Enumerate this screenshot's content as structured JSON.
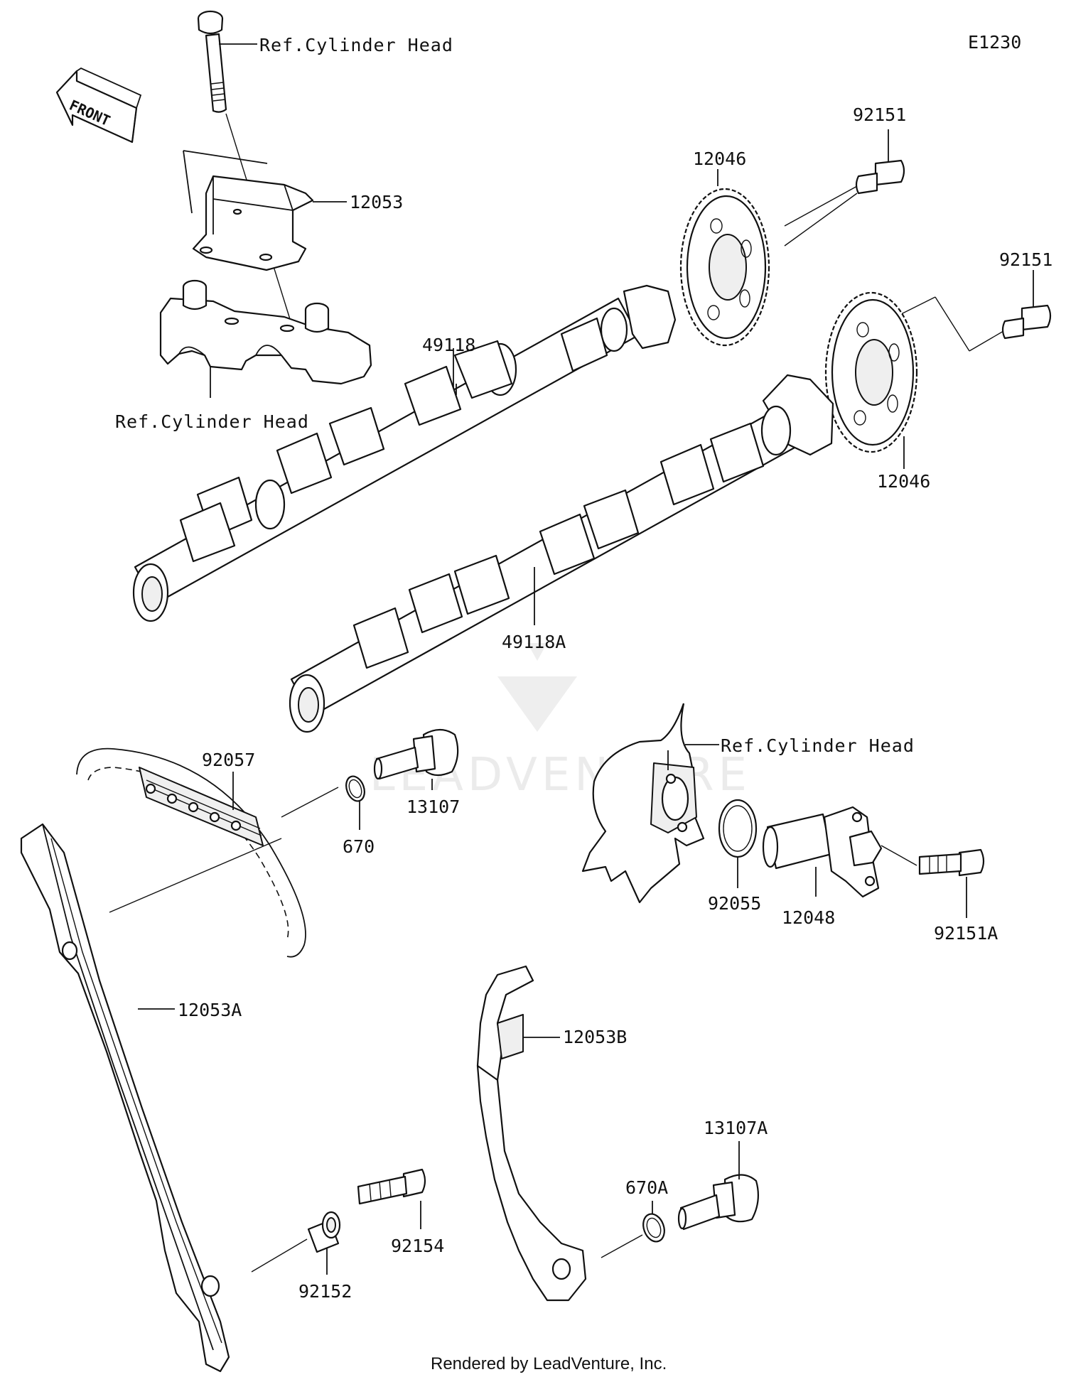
{
  "diagram_code": "E1230",
  "front_arrow_label": "FRONT",
  "watermark_text": "LEADVENTURE",
  "reference_label": "Ref.Cylinder Head",
  "footer_text": "Rendered by LeadVenture, Inc.",
  "parts": {
    "p12053": "12053",
    "p12046_top": "12046",
    "p92151_top": "92151",
    "p92151_right": "92151",
    "p49118": "49118",
    "p12046_right": "12046",
    "p49118A": "49118A",
    "p92057": "92057",
    "p670": "670",
    "p13107": "13107",
    "p92055": "92055",
    "p12048": "12048",
    "p92151A": "92151A",
    "p12053A": "12053A",
    "p12053B": "12053B",
    "p13107A": "13107A",
    "p670A": "670A",
    "p92154": "92154",
    "p92152": "92152"
  }
}
